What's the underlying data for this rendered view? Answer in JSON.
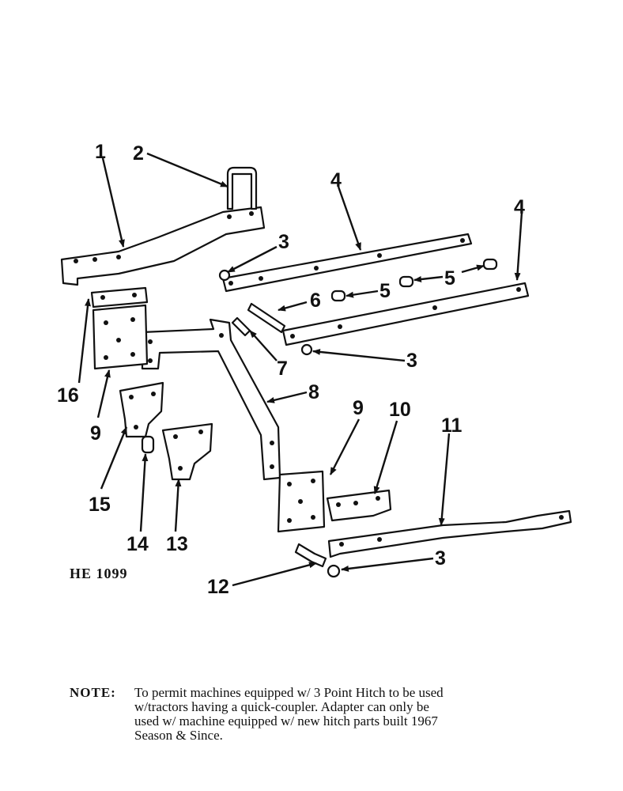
{
  "figure_code": "HE 1099",
  "note_label": "NOTE:",
  "note_lines": [
    "To permit machines equipped w/ 3 Point Hitch to be used",
    "w/tractors having a quick-coupler.  Adapter can only be",
    "used w/ machine equipped w/ new hitch parts built 1967",
    "Season & Since."
  ],
  "callouts": [
    "1",
    "2",
    "3",
    "3",
    "3",
    "4",
    "4",
    "5",
    "5",
    "6",
    "7",
    "8",
    "9",
    "9",
    "10",
    "11",
    "12",
    "13",
    "14",
    "15",
    "16"
  ]
}
